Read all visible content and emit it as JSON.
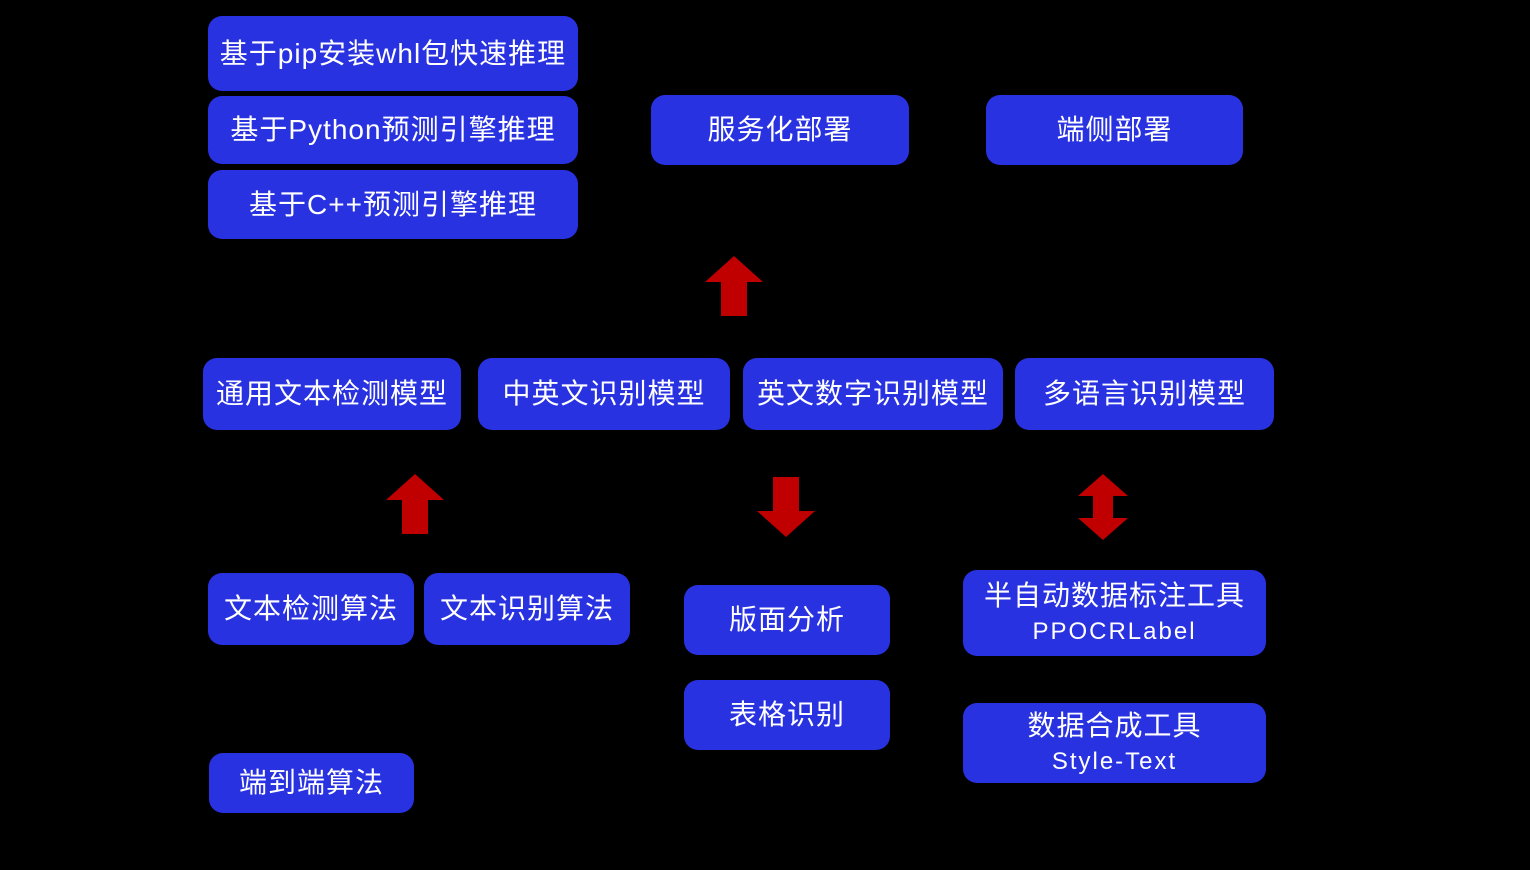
{
  "colors": {
    "box_blue": "#2932E1",
    "arrow_red": "#C00000",
    "background": "#000000",
    "text": "#FFFFFF"
  },
  "inference_boxes": [
    {
      "label": "基于pip安装whl包快速推理"
    },
    {
      "label": "基于Python预测引擎推理"
    },
    {
      "label": "基于C++预测引擎推理"
    }
  ],
  "deployment_boxes": [
    {
      "label": "服务化部署"
    },
    {
      "label": "端侧部署"
    }
  ],
  "model_boxes": [
    {
      "label": "通用文本检测模型"
    },
    {
      "label": "中英文识别模型"
    },
    {
      "label": "英文数字识别模型"
    },
    {
      "label": "多语言识别模型"
    }
  ],
  "algorithm_boxes": [
    {
      "label": "文本检测算法"
    },
    {
      "label": "文本识别算法"
    },
    {
      "label": "端到端算法"
    }
  ],
  "structure_boxes": [
    {
      "label": "版面分析"
    },
    {
      "label": "表格识别"
    }
  ],
  "tool_boxes": [
    {
      "title": "半自动数据标注工具",
      "subtitle": "PPOCRLabel"
    },
    {
      "title": "数据合成工具",
      "subtitle": "Style-Text"
    }
  ],
  "arrows": [
    {
      "direction": "up",
      "name": "models-to-deployment"
    },
    {
      "direction": "up",
      "name": "algorithms-to-detection-model"
    },
    {
      "direction": "down",
      "name": "recognition-to-layout-analysis"
    },
    {
      "direction": "both",
      "name": "multilingual-to-labeling-tool"
    }
  ]
}
